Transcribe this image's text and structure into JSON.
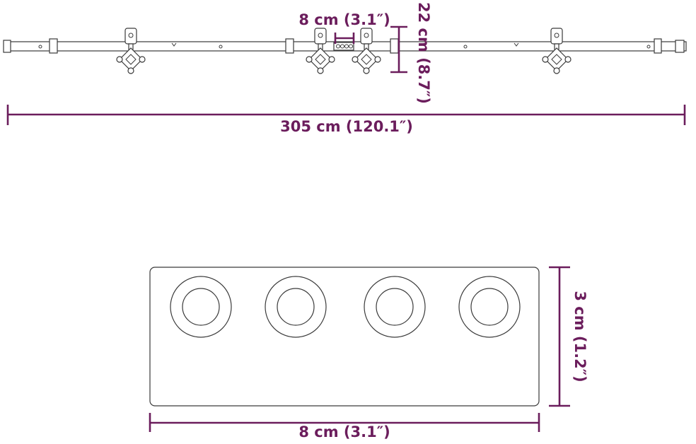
{
  "diagram": {
    "top_view": {
      "spacer_width_label": "8 cm (3.1″)",
      "height_label": "22 cm (8.7″)",
      "total_length_label": "305 cm (120.1″)"
    },
    "detail_view": {
      "width_label": "8 cm (3.1″)",
      "height_label": "3 cm (1.2″)",
      "hole_count": 4
    },
    "colors": {
      "dimension": "#6b1d5c",
      "outline": "#3a3a3a",
      "background": "#ffffff"
    }
  }
}
